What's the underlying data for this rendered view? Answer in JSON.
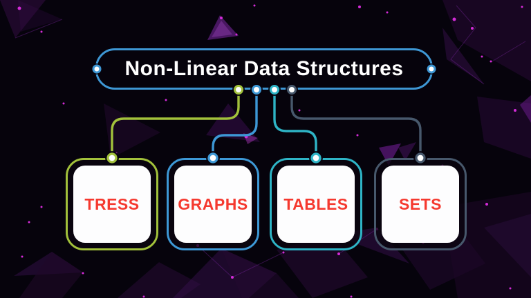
{
  "diagram": {
    "root": {
      "label": "Non-Linear Data Structures"
    },
    "children": [
      {
        "id": "trees",
        "label": "TRESS",
        "color": "#a2c13b"
      },
      {
        "id": "graphs",
        "label": "GRAPHS",
        "color": "#3d98d6"
      },
      {
        "id": "tables",
        "label": "TABLES",
        "color": "#2eb4c6"
      },
      {
        "id": "sets",
        "label": "SETS",
        "color": "#47586c"
      }
    ]
  },
  "colors": {
    "background": "#06030c",
    "title_border": "#3e97d4",
    "title_text": "#ffffff",
    "node_fill": "#fdfdfe",
    "label_text": "#f5392f",
    "network_purple": "#7a1fa0",
    "particle_magenta": "#d42bd8"
  }
}
